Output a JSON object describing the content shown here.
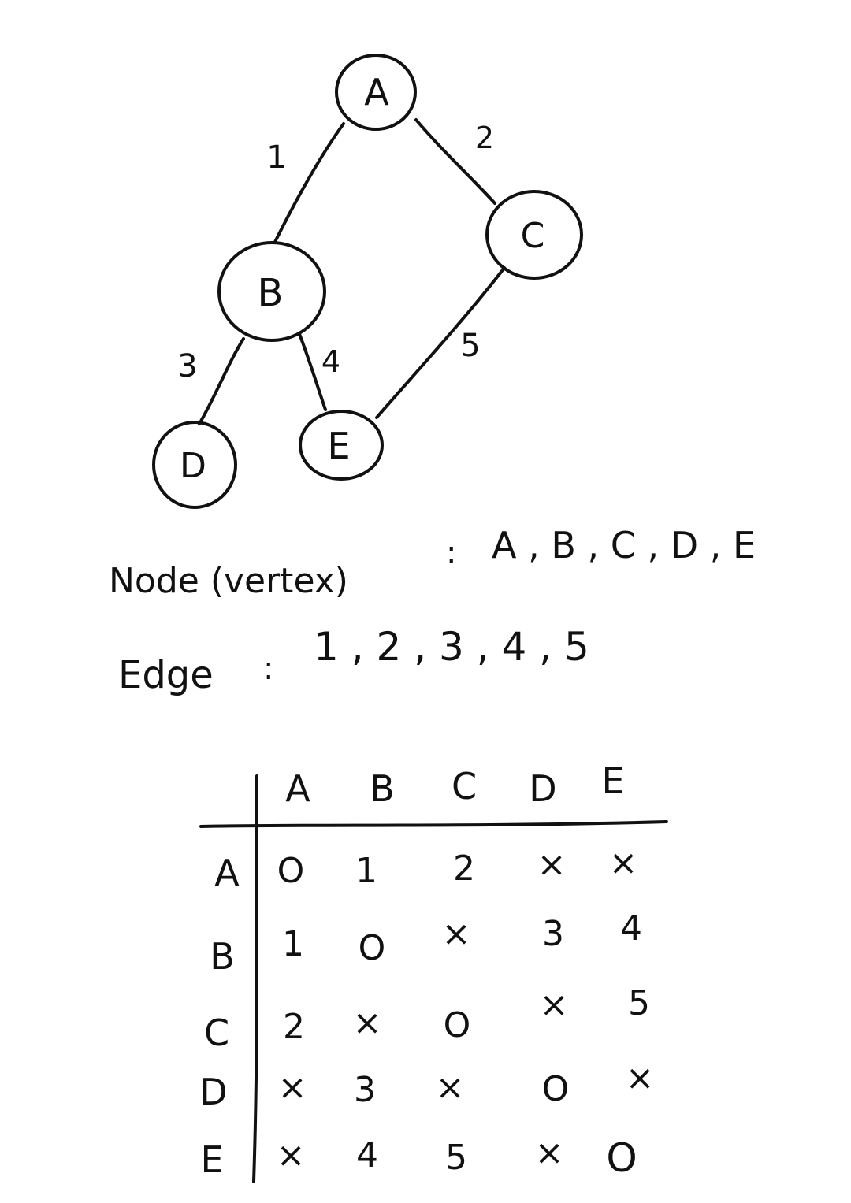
{
  "graph": {
    "nodes": [
      {
        "id": "A",
        "label": "A"
      },
      {
        "id": "B",
        "label": "B"
      },
      {
        "id": "C",
        "label": "C"
      },
      {
        "id": "D",
        "label": "D"
      },
      {
        "id": "E",
        "label": "E"
      }
    ],
    "edges": [
      {
        "from": "A",
        "to": "B",
        "label": "1"
      },
      {
        "from": "A",
        "to": "C",
        "label": "2"
      },
      {
        "from": "B",
        "to": "D",
        "label": "3"
      },
      {
        "from": "B",
        "to": "E",
        "label": "4"
      },
      {
        "from": "C",
        "to": "E",
        "label": "5"
      }
    ]
  },
  "notes": {
    "node_label": "Node (vertex)",
    "node_sep": ":",
    "node_list": "A , B , C , D , E",
    "edge_label": "Edge",
    "edge_sep": ":",
    "edge_list": "1 , 2 , 3 , 4 , 5"
  },
  "matrix": {
    "col_headers": [
      "A",
      "B",
      "C",
      "D",
      "E"
    ],
    "row_headers": [
      "A",
      "B",
      "C",
      "D",
      "E"
    ],
    "rows": [
      [
        "O",
        "1",
        "2",
        "×",
        "×"
      ],
      [
        "1",
        "O",
        "×",
        "3",
        "4"
      ],
      [
        "2",
        "×",
        "O",
        "×",
        "5"
      ],
      [
        "×",
        "3",
        "×",
        "O",
        "×"
      ],
      [
        "×",
        "4",
        "5",
        "×",
        "O"
      ]
    ]
  }
}
